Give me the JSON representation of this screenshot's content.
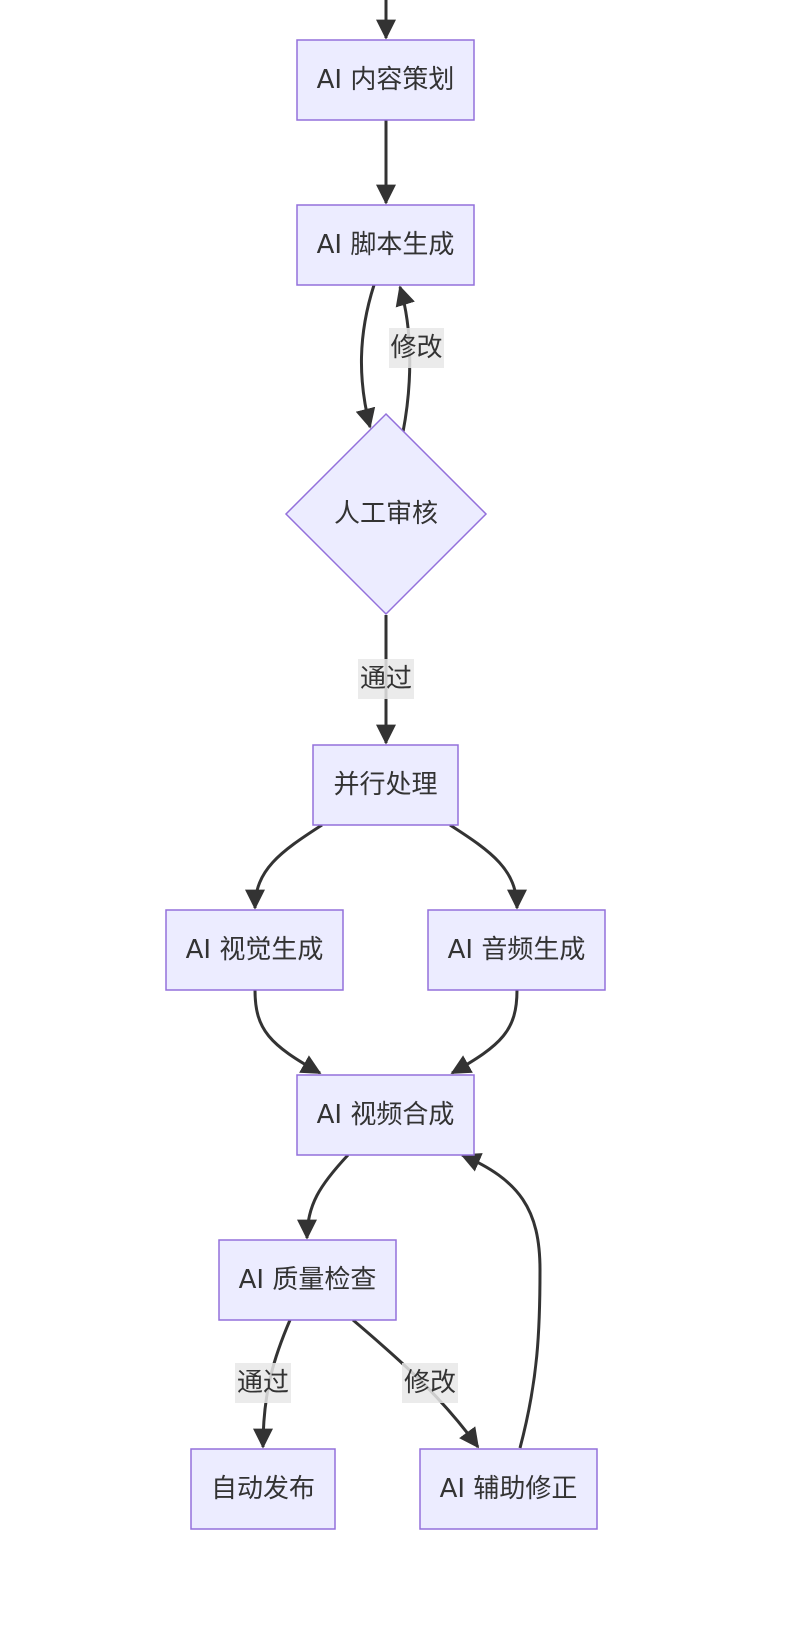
{
  "colors": {
    "node_fill": "#ECECFF",
    "node_stroke": "#9370DB",
    "edge": "#333333",
    "text": "#333333",
    "label_bg": "#E8E8E8"
  },
  "nodes": {
    "plan": "AI 内容策划",
    "script": "AI 脚本生成",
    "review": "人工审核",
    "parallel": "并行处理",
    "visual": "AI 视觉生成",
    "audio": "AI 音频生成",
    "compose": "AI 视频合成",
    "qc": "AI 质量检查",
    "publish": "自动发布",
    "fix": "AI 辅助修正"
  },
  "edge_labels": {
    "review_to_script": "修改",
    "review_to_parallel": "通过",
    "qc_to_publish": "通过",
    "qc_to_fix": "修改"
  }
}
